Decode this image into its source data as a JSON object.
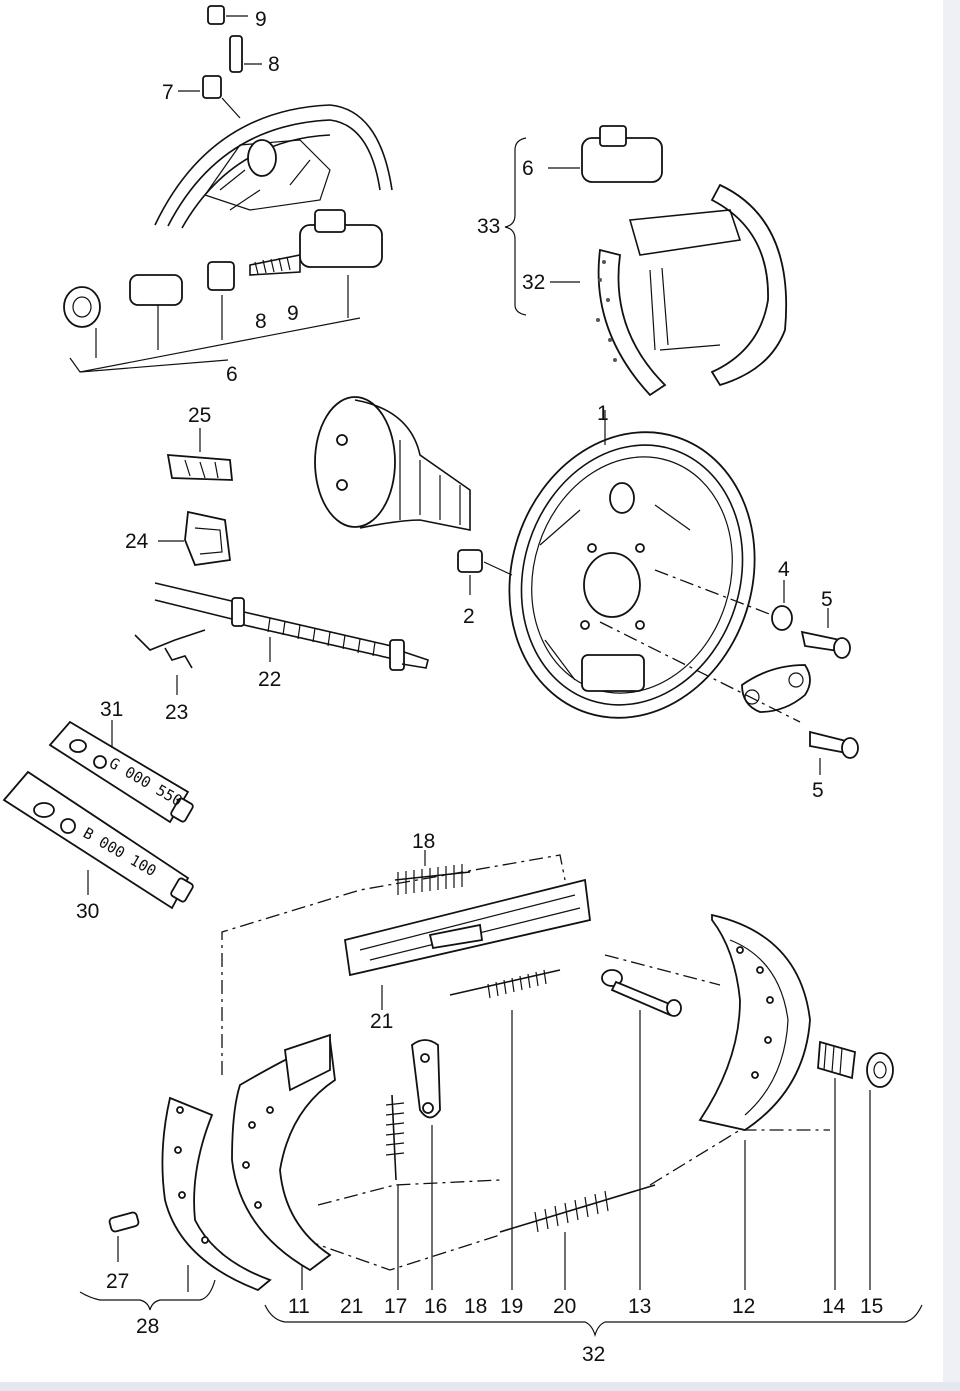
{
  "diagram": {
    "labels": {
      "l1": "1",
      "l2": "2",
      "l4": "4",
      "l5a": "5",
      "l5b": "5",
      "l6a": "6",
      "l6b": "6",
      "l7": "7",
      "l8a": "8",
      "l8b": "8",
      "l9a": "9",
      "l9b": "9",
      "l11": "11",
      "l12": "12",
      "l13": "13",
      "l14": "14",
      "l15": "15",
      "l16": "16",
      "l17": "17",
      "l18a": "18",
      "l18b": "18",
      "l19": "19",
      "l20": "20",
      "l21a": "21",
      "l21b": "21",
      "l22": "22",
      "l23": "23",
      "l24": "24",
      "l25": "25",
      "l27": "27",
      "l28": "28",
      "l30": "30",
      "l31": "31",
      "l32a": "32",
      "l32b": "32",
      "l33": "33"
    },
    "tubes": {
      "upper": "G 000 550",
      "lower": "B 000 100"
    }
  }
}
